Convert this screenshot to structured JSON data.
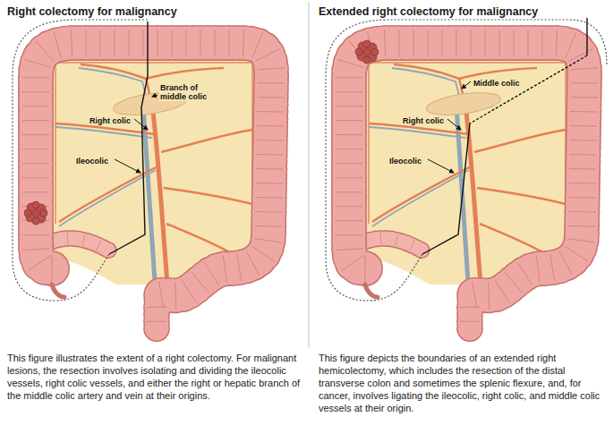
{
  "diagram": {
    "labels": [
      "Right colectomy for malignancy",
      "Branch of middle colic",
      "Right colic",
      "Ileocolic",
      "This figure illustrates the extent of a right colectomy. For malignant lesions, the resection involves isolating and dividing the ileocolic vessels, right colic vessels, and either the right or hepatic branch of the middle colic artery and vein at their origins.",
      "Extended right colectomy for malignancy",
      "Middle colic",
      "Right colic",
      "Ileocolic",
      "This figure depicts the boundaries of an extended right hemicolectomy, which includes the resection of the distal transverse colon and sometimes the splenic flexure, and, for cancer, involves ligating the ileocolic, right colic, and middle colic vessels at their origin."
    ]
  }
}
